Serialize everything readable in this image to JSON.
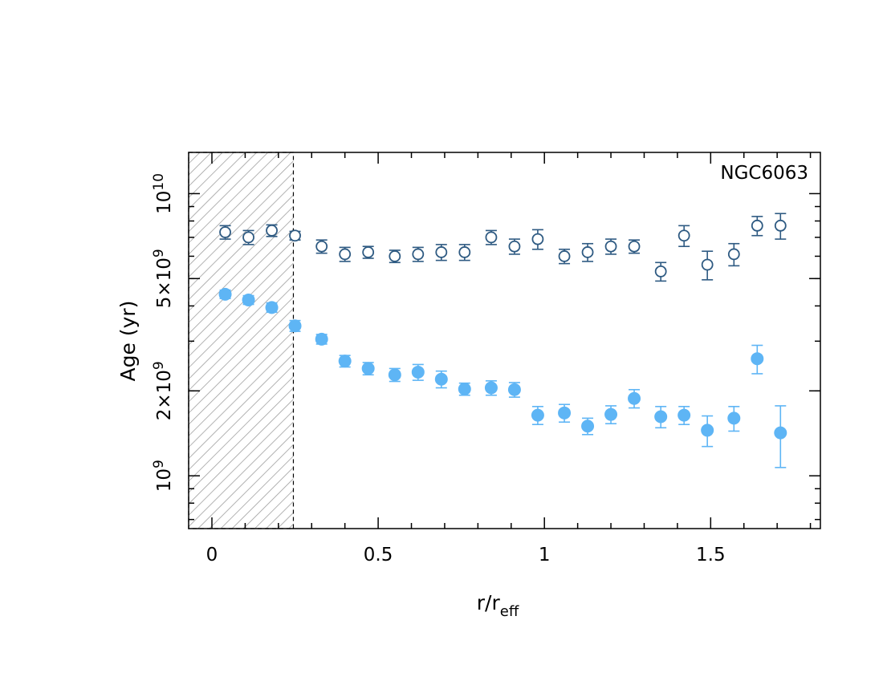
{
  "chart_data": {
    "type": "scatter",
    "annotation": "NGC6063",
    "xlabel": "r/r",
    "xlabel_sub": "eff",
    "ylabel": "Age (yr)",
    "xlim": [
      -0.07,
      1.83
    ],
    "ylim": [
      650000000,
      14000000000
    ],
    "y_scale": "log",
    "shaded_region": [
      -0.07,
      0.245
    ],
    "x_ticks": [
      {
        "value": 0,
        "label": "0"
      },
      {
        "value": 0.5,
        "label": "0.5"
      },
      {
        "value": 1,
        "label": "1"
      },
      {
        "value": 1.5,
        "label": "1.5"
      }
    ],
    "y_ticks": [
      {
        "value": 1000000000,
        "label": "10",
        "sup": "9"
      },
      {
        "value": 2000000000,
        "label": "2×10",
        "sup": "9"
      },
      {
        "value": 5000000000,
        "label": "5×10",
        "sup": "9"
      },
      {
        "value": 10000000000,
        "label": "10",
        "sup": "10"
      }
    ],
    "colors": {
      "open_series": "#2e5a82",
      "filled_series": "#5eb5f5",
      "hatch": "#999999"
    },
    "series": [
      {
        "marker": "open-circle",
        "x": [
          0.04,
          0.11,
          0.18,
          0.25,
          0.33,
          0.4,
          0.47,
          0.55,
          0.62,
          0.69,
          0.76,
          0.84,
          0.91,
          0.98,
          1.06,
          1.13,
          1.2,
          1.27,
          1.35,
          1.42,
          1.49,
          1.57,
          1.64,
          1.71
        ],
        "y": [
          7300000000.0,
          7000000000.0,
          7400000000.0,
          7100000000.0,
          6500000000.0,
          6100000000.0,
          6200000000.0,
          6000000000.0,
          6100000000.0,
          6200000000.0,
          6200000000.0,
          7000000000.0,
          6500000000.0,
          6900000000.0,
          6000000000.0,
          6200000000.0,
          6500000000.0,
          6500000000.0,
          5300000000.0,
          7100000000.0,
          5600000000.0,
          6100000000.0,
          7700000000.0,
          7700000000.0
        ],
        "y_err": [
          400000000.0,
          400000000.0,
          350000000.0,
          250000000.0,
          350000000.0,
          350000000.0,
          300000000.0,
          300000000.0,
          350000000.0,
          400000000.0,
          400000000.0,
          400000000.0,
          400000000.0,
          550000000.0,
          350000000.0,
          450000000.0,
          400000000.0,
          350000000.0,
          400000000.0,
          600000000.0,
          650000000.0,
          550000000.0,
          600000000.0,
          800000000.0
        ]
      },
      {
        "marker": "filled-circle",
        "x": [
          0.04,
          0.11,
          0.18,
          0.25,
          0.33,
          0.4,
          0.47,
          0.55,
          0.62,
          0.69,
          0.76,
          0.84,
          0.91,
          0.98,
          1.06,
          1.13,
          1.2,
          1.27,
          1.35,
          1.42,
          1.49,
          1.57,
          1.64,
          1.71
        ],
        "y": [
          4400000000.0,
          4200000000.0,
          3950000000.0,
          3400000000.0,
          3050000000.0,
          2550000000.0,
          2400000000.0,
          2280000000.0,
          2330000000.0,
          2200000000.0,
          2030000000.0,
          2050000000.0,
          2020000000.0,
          1640000000.0,
          1670000000.0,
          1500000000.0,
          1650000000.0,
          1880000000.0,
          1620000000.0,
          1640000000.0,
          1450000000.0,
          1600000000.0,
          2600000000.0,
          1420000000.0
        ],
        "y_err": [
          150000000.0,
          150000000.0,
          150000000.0,
          150000000.0,
          120000000.0,
          120000000.0,
          120000000.0,
          120000000.0,
          150000000.0,
          150000000.0,
          100000000.0,
          120000000.0,
          120000000.0,
          120000000.0,
          120000000.0,
          100000000.0,
          120000000.0,
          140000000.0,
          140000000.0,
          120000000.0,
          180000000.0,
          160000000.0,
          300000000.0,
          350000000.0
        ]
      }
    ]
  }
}
